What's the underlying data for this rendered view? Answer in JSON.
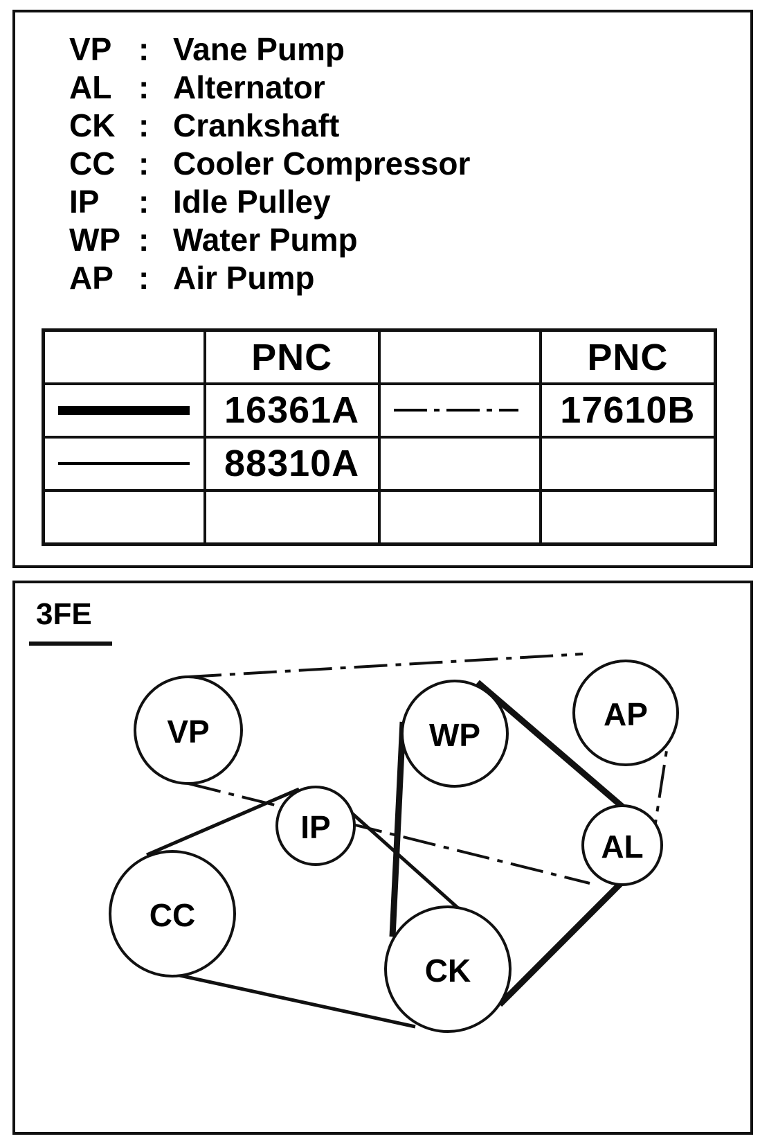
{
  "legend": [
    {
      "code": "VP",
      "sep": ":",
      "name": "Vane Pump"
    },
    {
      "code": "AL",
      "sep": ":",
      "name": "Alternator"
    },
    {
      "code": "CK",
      "sep": ":",
      "name": "Crankshaft"
    },
    {
      "code": "CC",
      "sep": ":",
      "name": "Cooler Compressor"
    },
    {
      "code": "IP",
      "sep": ":",
      "name": "Idle Pulley"
    },
    {
      "code": "WP",
      "sep": ":",
      "name": "Water Pump"
    },
    {
      "code": "AP",
      "sep": ":",
      "name": "Air Pump"
    }
  ],
  "pnc_table": {
    "header": [
      "",
      "PNC",
      "",
      "PNC"
    ],
    "rows": [
      {
        "left_style": "thick",
        "left_pnc": "16361A",
        "right_style": "dash-dot",
        "right_pnc": "17610B"
      },
      {
        "left_style": "thin",
        "left_pnc": "88310A",
        "right_style": "",
        "right_pnc": ""
      },
      {
        "left_style": "",
        "left_pnc": "",
        "right_style": "",
        "right_pnc": ""
      }
    ]
  },
  "diagram": {
    "engine": "3FE",
    "pulleys": [
      {
        "id": "VP",
        "label": "VP"
      },
      {
        "id": "WP",
        "label": "WP"
      },
      {
        "id": "AP",
        "label": "AP"
      },
      {
        "id": "IP",
        "label": "IP"
      },
      {
        "id": "AL",
        "label": "AL"
      },
      {
        "id": "CC",
        "label": "CC"
      },
      {
        "id": "CK",
        "label": "CK"
      }
    ],
    "belts": [
      {
        "style": "thick",
        "pnc": "16361A",
        "routing": [
          "CK",
          "WP",
          "AL"
        ]
      },
      {
        "style": "thin",
        "pnc": "88310A",
        "routing": [
          "CK",
          "IP",
          "CC"
        ]
      },
      {
        "style": "dash-dot",
        "pnc": "17610B",
        "routing": [
          "VP",
          "AP",
          "AL"
        ]
      }
    ]
  }
}
